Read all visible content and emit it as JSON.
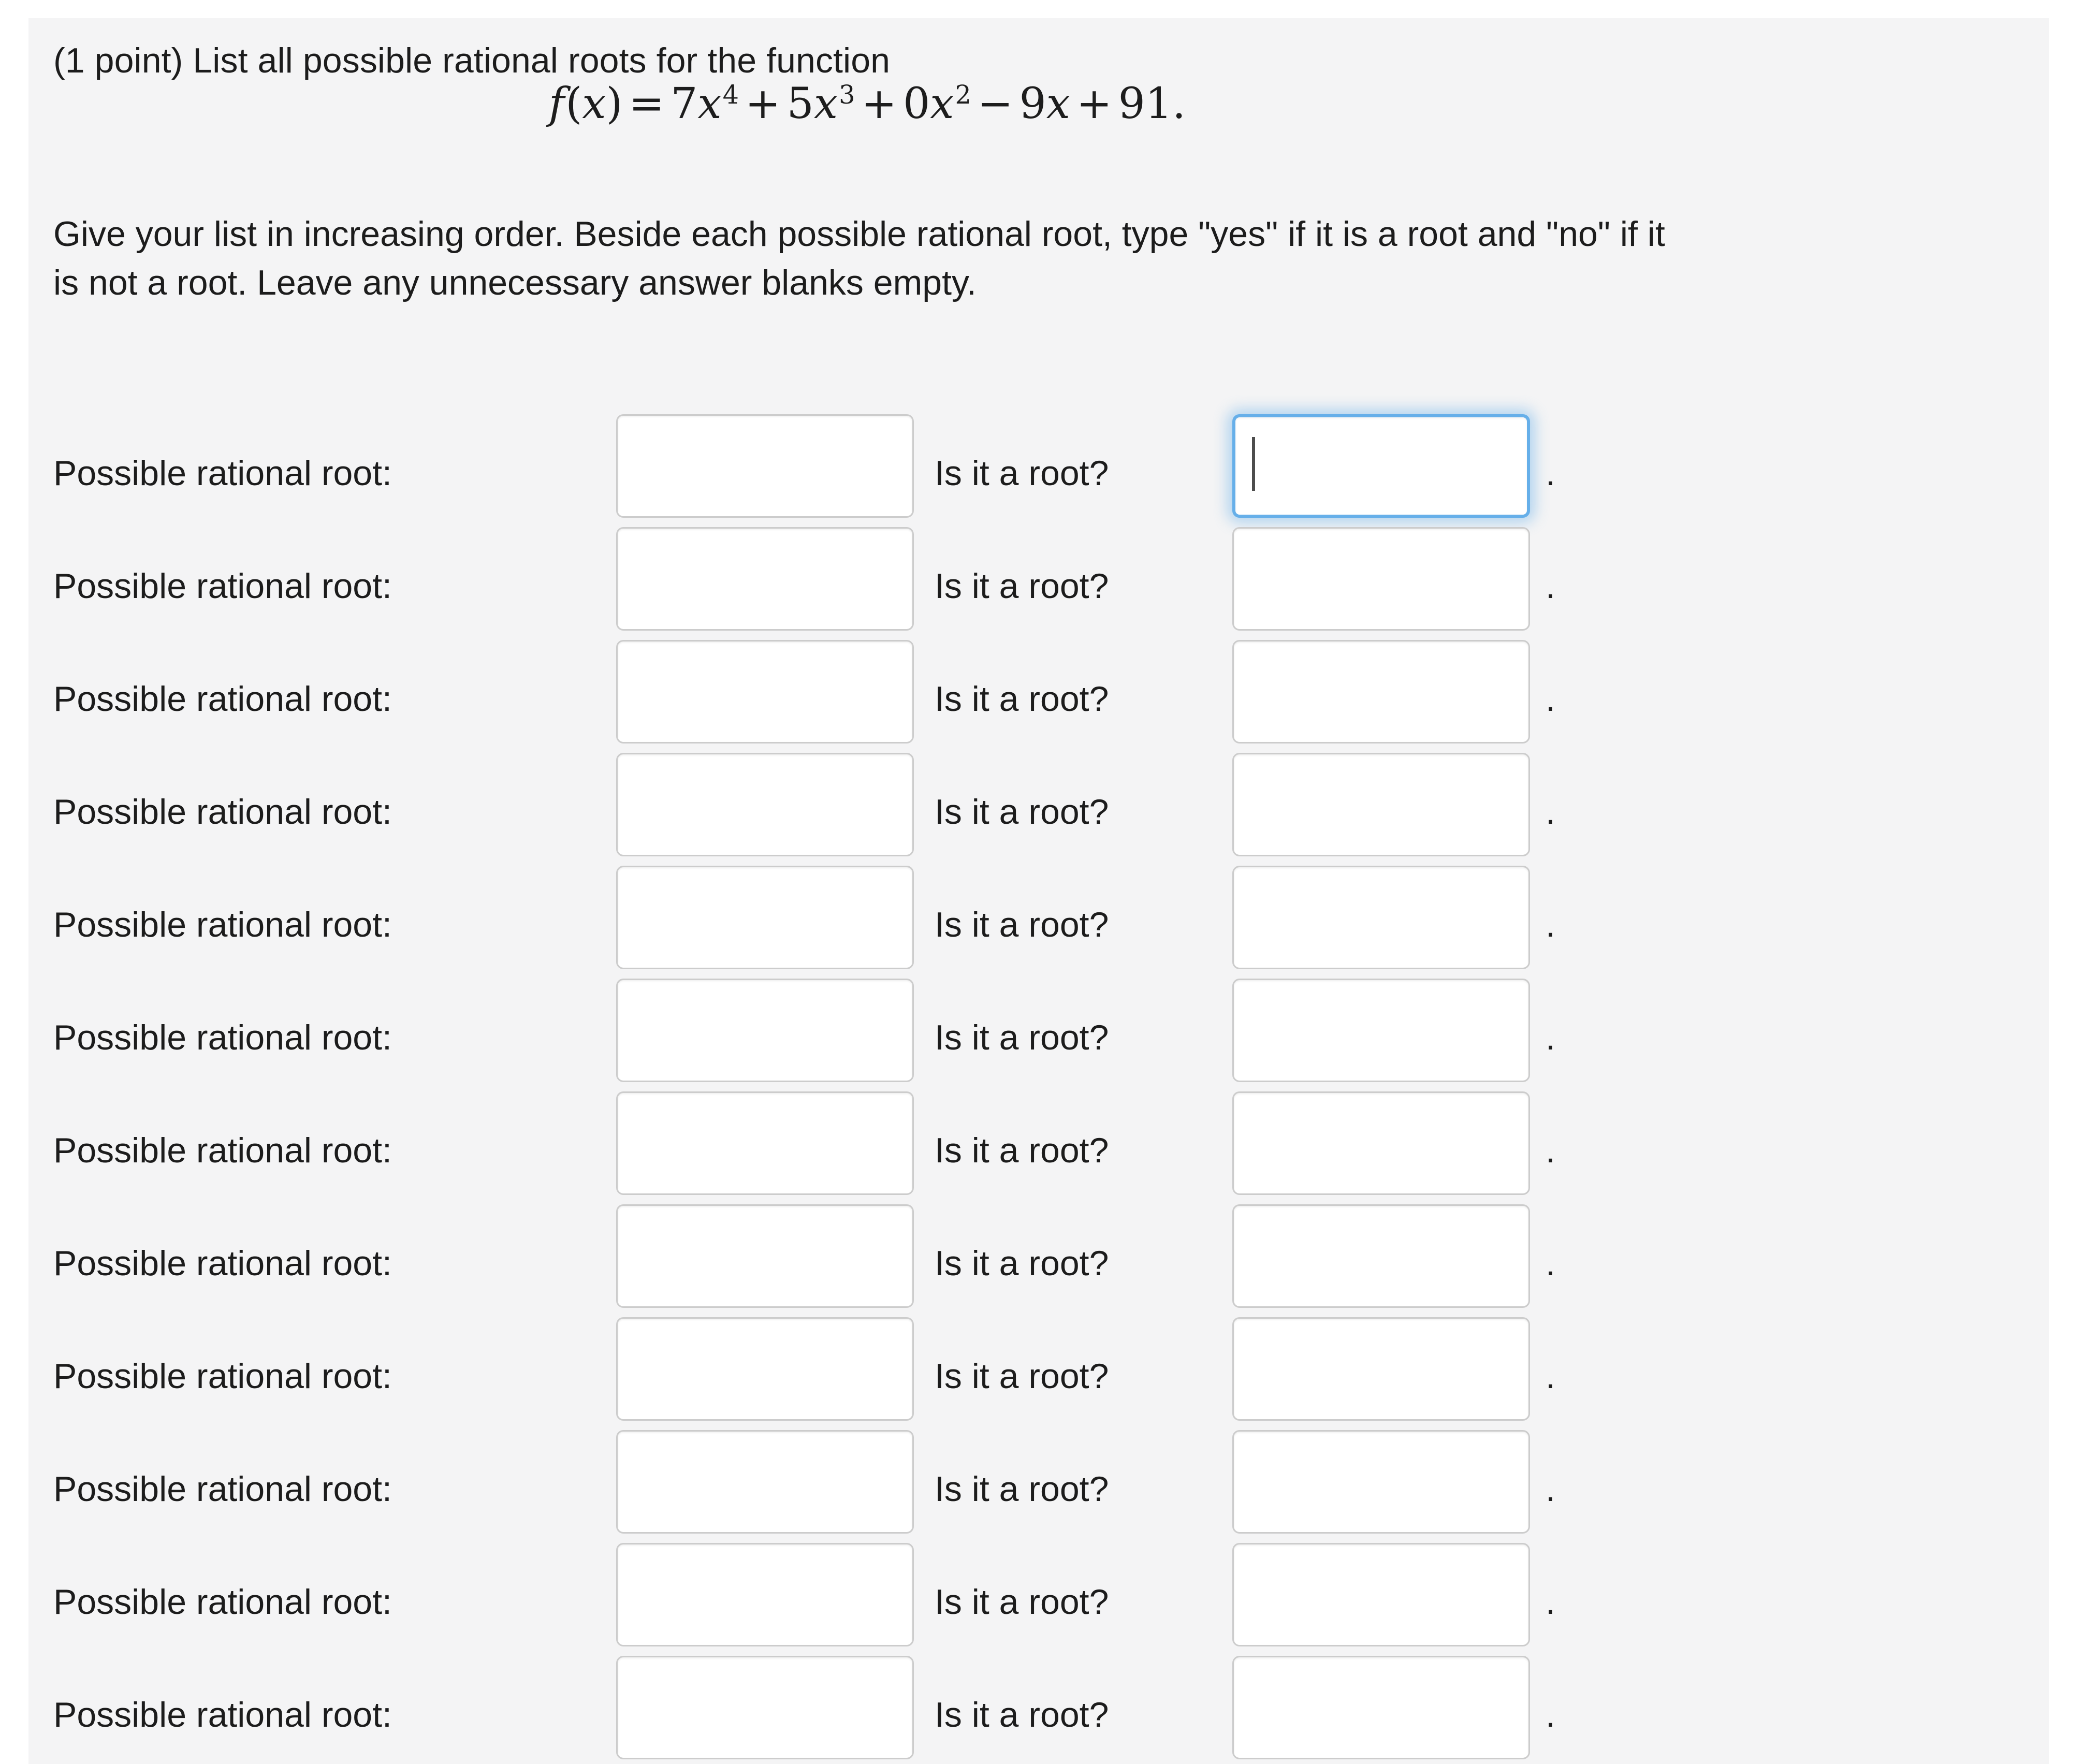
{
  "problem": {
    "points_label": "(1 point) List all possible rational roots for the function",
    "formula_plain": "f(x) = 7x^4 + 5x^3 + 0x^2 - 9x + 91.",
    "formula_parts": {
      "fn": "f",
      "open_paren": "(",
      "variable": "x",
      "close_paren": ")",
      "equals": "=",
      "term1_coef": "7",
      "term1_var": "x",
      "term1_exp": "4",
      "plus1": "+",
      "term2_coef": "5",
      "term2_var": "x",
      "term2_exp": "3",
      "plus2": "+",
      "term3_coef": "0",
      "term3_var": "x",
      "term3_exp": "2",
      "minus1": "−",
      "term4_coef": "9",
      "term4_var": "x",
      "plus3": "+",
      "constant": "91",
      "period": "."
    },
    "instructions": "Give your list in increasing order. Beside each possible rational root, type \"yes\" if it is a root and \"no\" if it is not a root. Leave any unnecessary answer blanks empty."
  },
  "labels": {
    "root_label": "Possible rational root:",
    "question_label": "Is it a root?",
    "trailing_period": "."
  },
  "colors": {
    "panel_background": "#f4f4f5",
    "page_background": "#ffffff",
    "text": "#1c1c1c",
    "field_border": "#cccccc",
    "focus_border": "#66afe9",
    "focus_glow": "rgba(102,175,233,0.45)",
    "caret": "#4d4d4d"
  },
  "rows": [
    {
      "index": 1,
      "root_value": "",
      "answer_value": "",
      "focused": true
    },
    {
      "index": 2,
      "root_value": "",
      "answer_value": "",
      "focused": false
    },
    {
      "index": 3,
      "root_value": "",
      "answer_value": "",
      "focused": false
    },
    {
      "index": 4,
      "root_value": "",
      "answer_value": "",
      "focused": false
    },
    {
      "index": 5,
      "root_value": "",
      "answer_value": "",
      "focused": false
    },
    {
      "index": 6,
      "root_value": "",
      "answer_value": "",
      "focused": false
    },
    {
      "index": 7,
      "root_value": "",
      "answer_value": "",
      "focused": false
    },
    {
      "index": 8,
      "root_value": "",
      "answer_value": "",
      "focused": false
    },
    {
      "index": 9,
      "root_value": "",
      "answer_value": "",
      "focused": false
    },
    {
      "index": 10,
      "root_value": "",
      "answer_value": "",
      "focused": false
    },
    {
      "index": 11,
      "root_value": "",
      "answer_value": "",
      "focused": false
    },
    {
      "index": 12,
      "root_value": "",
      "answer_value": "",
      "focused": false
    }
  ],
  "row_count": 12
}
